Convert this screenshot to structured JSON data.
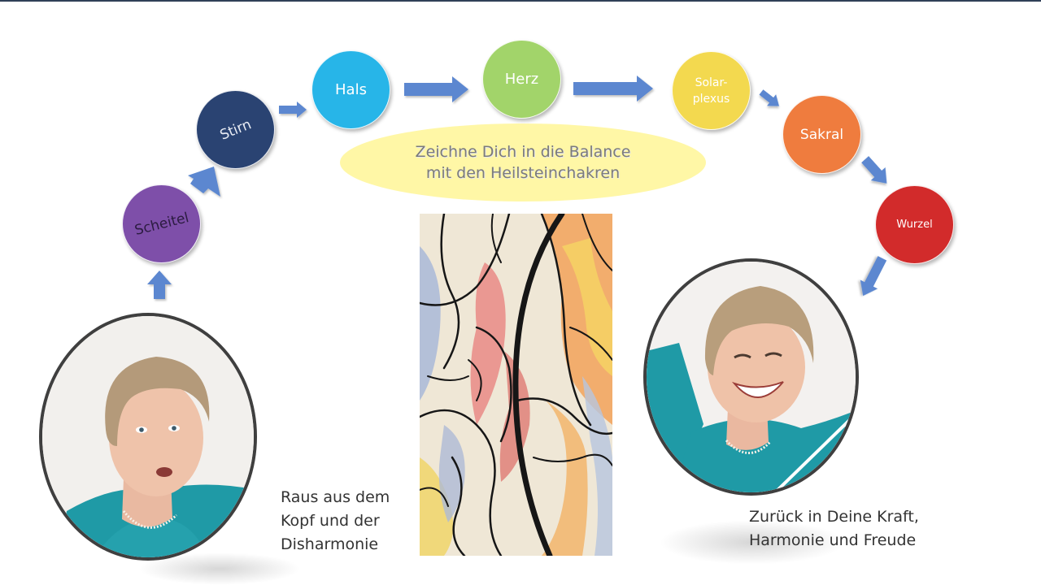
{
  "callout": {
    "line1": "Zeichne Dich in die Balance",
    "line2": "mit den Heilsteinchakren"
  },
  "chakras": [
    {
      "label": "Scheitel",
      "color": "#7e4fa9"
    },
    {
      "label": "Stirn",
      "color": "#2a4372"
    },
    {
      "label": "Hals",
      "color": "#27b5e8"
    },
    {
      "label": "Herz",
      "color": "#a2d46a"
    },
    {
      "label": "Solar-",
      "label2": "plexus",
      "color": "#f3d94f"
    },
    {
      "label": "Sakral",
      "color": "#ef7c3e"
    },
    {
      "label": "Wurzel",
      "color": "#d22b2b"
    }
  ],
  "captions": {
    "left": [
      "Raus aus dem",
      "Kopf und der",
      "Disharmonie"
    ],
    "right": [
      "Zurück in Deine Kraft,",
      "Harmonie und Freude"
    ]
  },
  "colors": {
    "arrow": "#5b87d0",
    "callout_fill": "#fff7a6",
    "portrait_bg": "#f1efec",
    "turquoise": "#1f9aa6"
  }
}
